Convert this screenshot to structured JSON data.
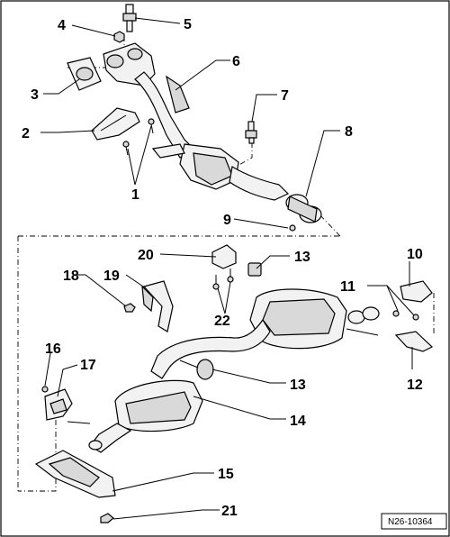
{
  "diagram": {
    "reference": "N26-10364",
    "callouts": [
      "1",
      "2",
      "3",
      "4",
      "5",
      "6",
      "7",
      "8",
      "9",
      "10",
      "11",
      "12",
      "13",
      "13",
      "14",
      "15",
      "16",
      "17",
      "18",
      "19",
      "20",
      "21",
      "22"
    ]
  }
}
